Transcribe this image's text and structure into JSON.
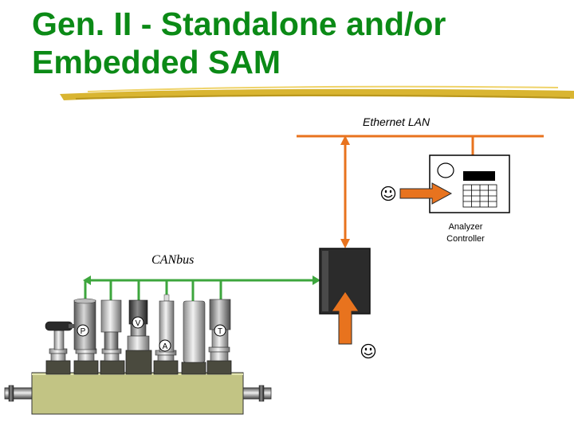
{
  "slide": {
    "title_line1": "Gen. II - Standalone and/or",
    "title_line2": "Embedded SAM"
  },
  "diagram": {
    "ethernet_label": "Ethernet LAN",
    "canbus_label": "CANbus",
    "controller_label_line1": "Analyzer",
    "controller_label_line2": "Controller",
    "sensor_labels": {
      "pressure": "P",
      "valve": "V",
      "analyzer": "A",
      "temperature": "T"
    },
    "colors": {
      "title": "#0b8a16",
      "ethernet": "#e8731e",
      "canbus": "#3da63d",
      "manifold": "#c2c484",
      "module": "#2b2b2b"
    }
  }
}
